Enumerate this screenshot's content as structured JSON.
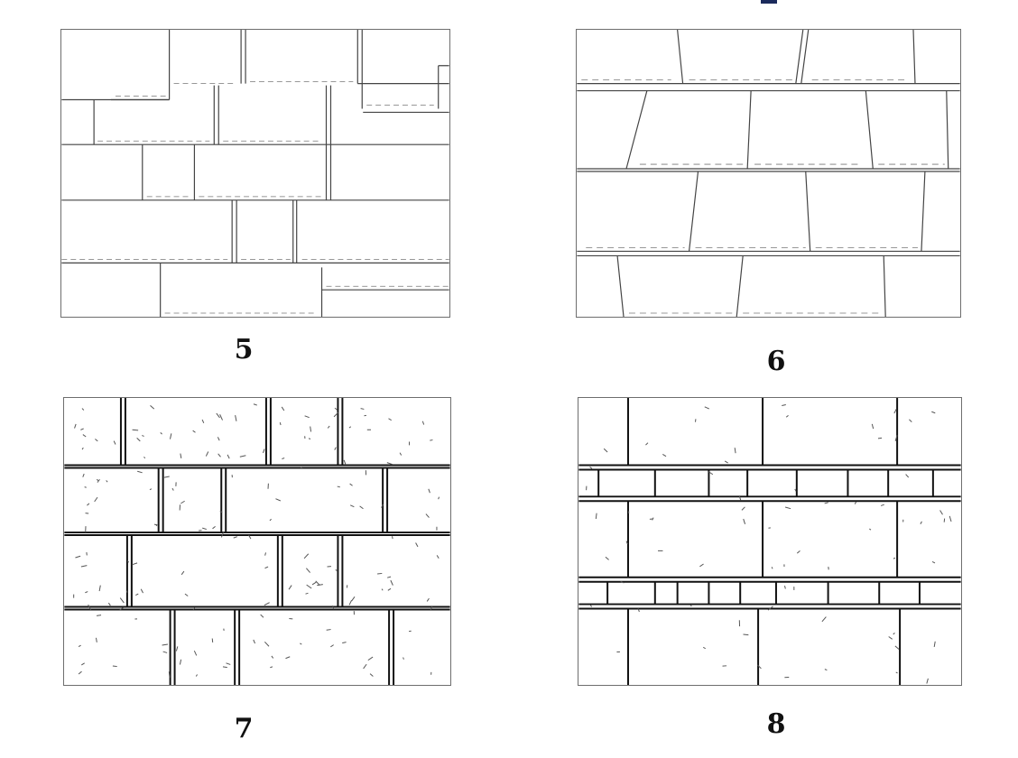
{
  "figures": [
    {
      "label": "5",
      "style": "random-rubble-ashlar",
      "ink": "#333333"
    },
    {
      "label": "6",
      "style": "sloped-coursed-ashlar",
      "ink": "#333333"
    },
    {
      "label": "7",
      "style": "coursed-ashlar-speckled",
      "ink": "#111111"
    },
    {
      "label": "8",
      "style": "alternating-course-ashlar",
      "ink": "#111111"
    }
  ]
}
